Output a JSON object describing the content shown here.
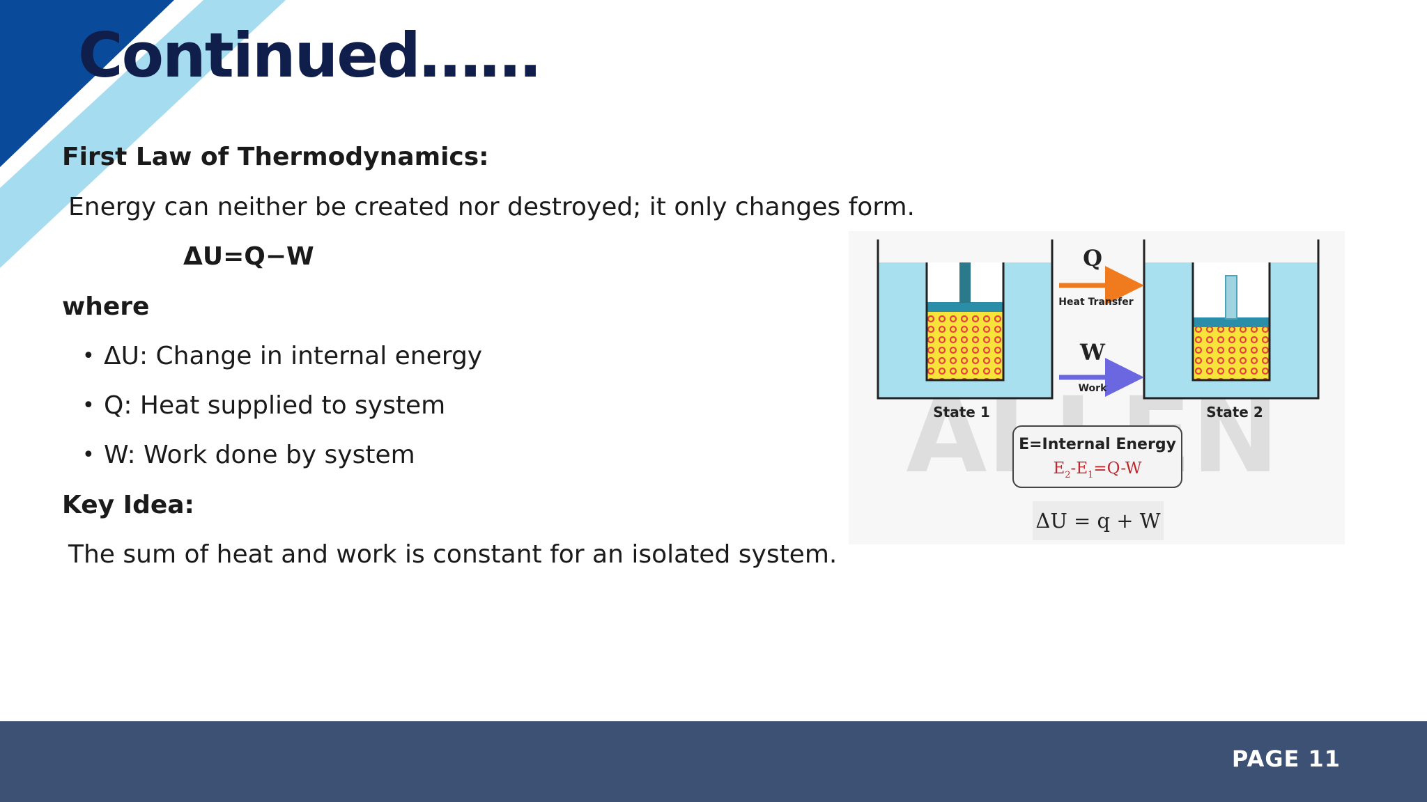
{
  "slide": {
    "title": "Continued……",
    "heading": "First Law of Thermodynamics:",
    "statement": "Energy can neither be created nor destroyed; it only changes form.",
    "equation": "ΔU=Q−W",
    "where_label": "where",
    "bullets": [
      "ΔU: Change in internal energy",
      "Q: Heat supplied to system",
      "W: Work done by system"
    ],
    "key_idea_label": "Key Idea:",
    "key_idea_text": "The sum of heat and work is constant for an isolated system."
  },
  "figure": {
    "watermark": "ALLEN",
    "state1_label": "State 1",
    "state2_label": "State 2",
    "q_symbol": "Q",
    "q_caption": "Heat Transfer",
    "w_symbol": "W",
    "w_caption": "Work",
    "box_title": "E=Internal Energy",
    "box_eq_e": "E",
    "box_eq_sub2": "2",
    "box_eq_dash": "-E",
    "box_eq_sub1": "1",
    "box_eq_rest": "=Q-W",
    "bottom_eq": "ΔU = q + W"
  },
  "footer": {
    "page_label": "PAGE 11"
  },
  "colors": {
    "title": "#0f1e4a",
    "footer_bg": "#3d5174",
    "deco_dark": "#0a4a9a",
    "deco_light": "#a6dcf0",
    "q_arrow": "#f07a1e",
    "w_arrow": "#6a67e0",
    "water": "#a9e0ef",
    "gas": "#f7e33a",
    "piston": "#2b8ea8",
    "eq_red": "#c0282d"
  }
}
